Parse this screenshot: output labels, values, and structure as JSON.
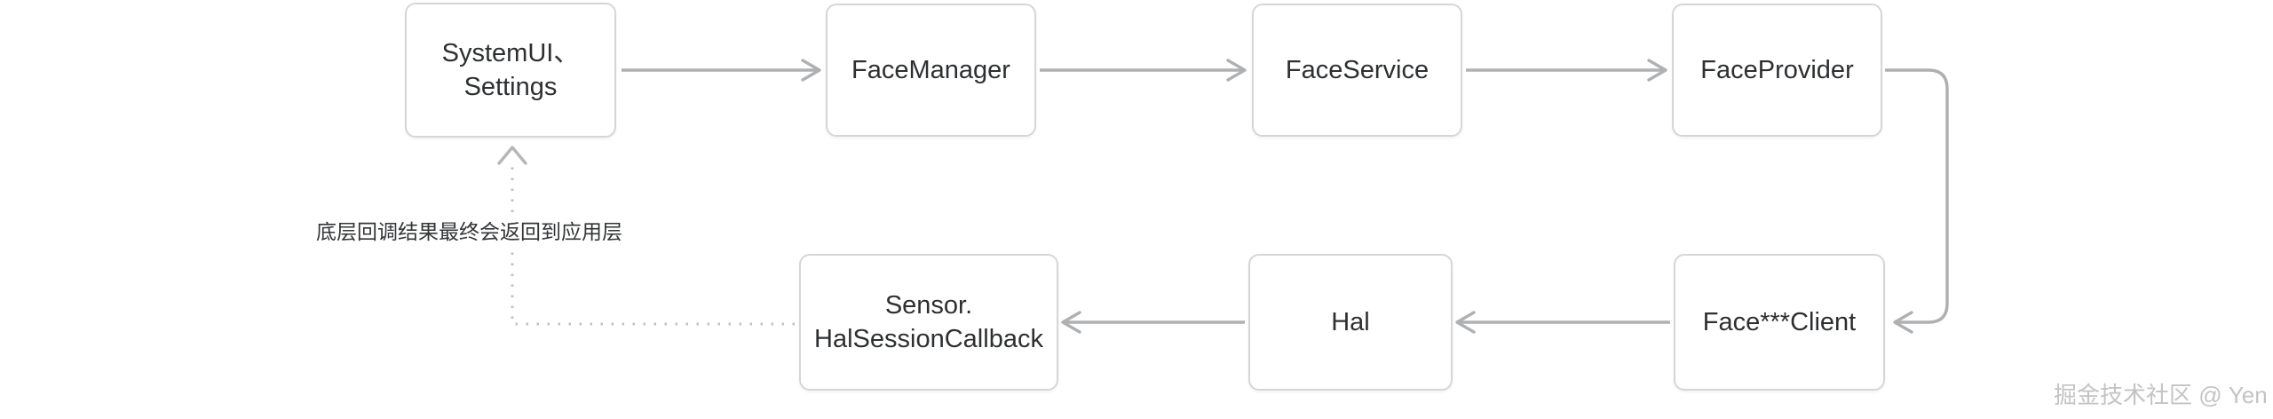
{
  "diagram": {
    "title_hint": "Face authentication call flow",
    "colors": {
      "background": "#ffffff",
      "box_border": "#d6d6d8",
      "box_fill": "#ffffff",
      "box_text": "#2d2f31",
      "arrow": "#aeb0b2",
      "dotted_arrow": "#c2c2c4",
      "annotation_text": "#333436",
      "watermark_text": "#c3c3c5"
    },
    "nodes": {
      "systemui": {
        "line1": "SystemUI、",
        "line2": "Settings"
      },
      "facemanager": {
        "line1": "FaceManager"
      },
      "faceservice": {
        "line1": "FaceService"
      },
      "faceprovider": {
        "line1": "FaceProvider"
      },
      "faceclient": {
        "line1": "Face***Client"
      },
      "hal": {
        "line1": "Hal"
      },
      "sensor": {
        "line1": "Sensor.",
        "line2": "HalSessionCallback"
      }
    },
    "edges": [
      {
        "from": "systemui",
        "to": "facemanager",
        "style": "solid"
      },
      {
        "from": "facemanager",
        "to": "faceservice",
        "style": "solid"
      },
      {
        "from": "faceservice",
        "to": "faceprovider",
        "style": "solid"
      },
      {
        "from": "faceprovider",
        "to": "faceclient",
        "style": "solid-curve"
      },
      {
        "from": "faceclient",
        "to": "hal",
        "style": "solid"
      },
      {
        "from": "hal",
        "to": "sensor",
        "style": "solid"
      },
      {
        "from": "sensor",
        "to": "systemui",
        "style": "dotted"
      }
    ],
    "annotation": "底层回调结果最终会返回到应用层",
    "watermark": "掘金技术社区 @ Yen"
  }
}
